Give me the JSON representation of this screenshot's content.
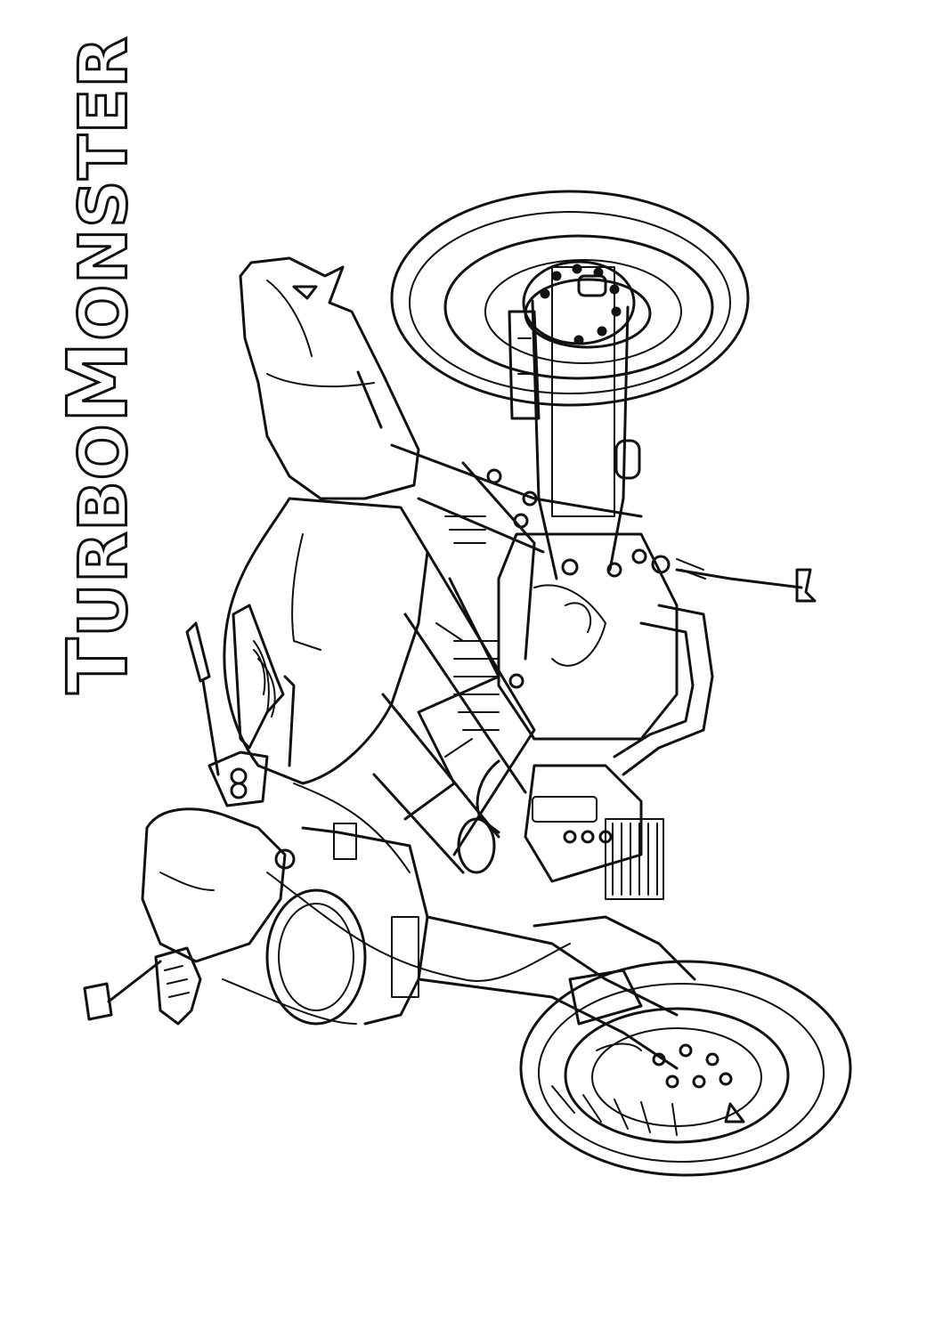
{
  "page": {
    "background": "#ffffff",
    "line_color": "#111111"
  },
  "title": {
    "first_cap": "T",
    "first_rest": "URBO",
    "second_cap": "M",
    "second_rest": "ONSTER"
  },
  "illustration": {
    "subject": "motorcycle-line-art",
    "parts": [
      "rear-wheel",
      "front-wheel",
      "disc-brake",
      "frame",
      "fuel-tank",
      "seat",
      "headlight",
      "handlebars",
      "mirrors",
      "exhaust",
      "chain",
      "engine"
    ]
  }
}
